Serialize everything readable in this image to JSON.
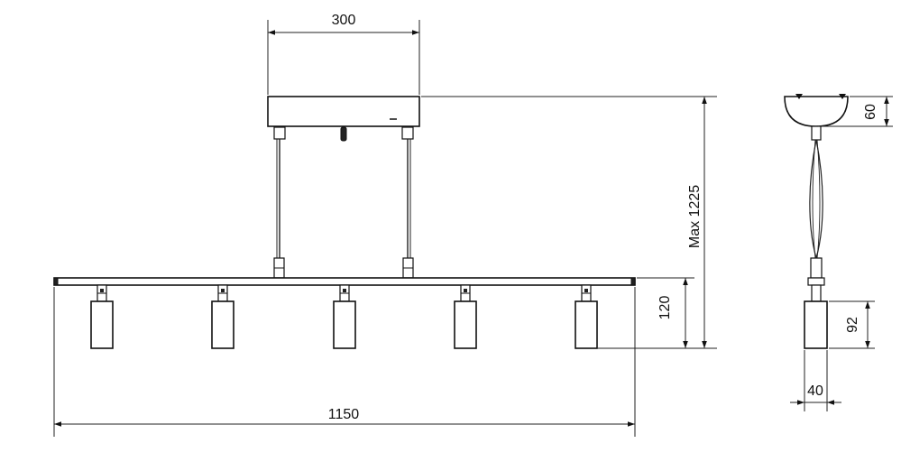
{
  "dimensions": {
    "canopy_width": "300",
    "max_height": "Max 1225",
    "spot_drop": "120",
    "total_length": "1150",
    "canopy_height": "60",
    "spot_height": "92",
    "spot_diameter": "40"
  },
  "spot_count": 5
}
